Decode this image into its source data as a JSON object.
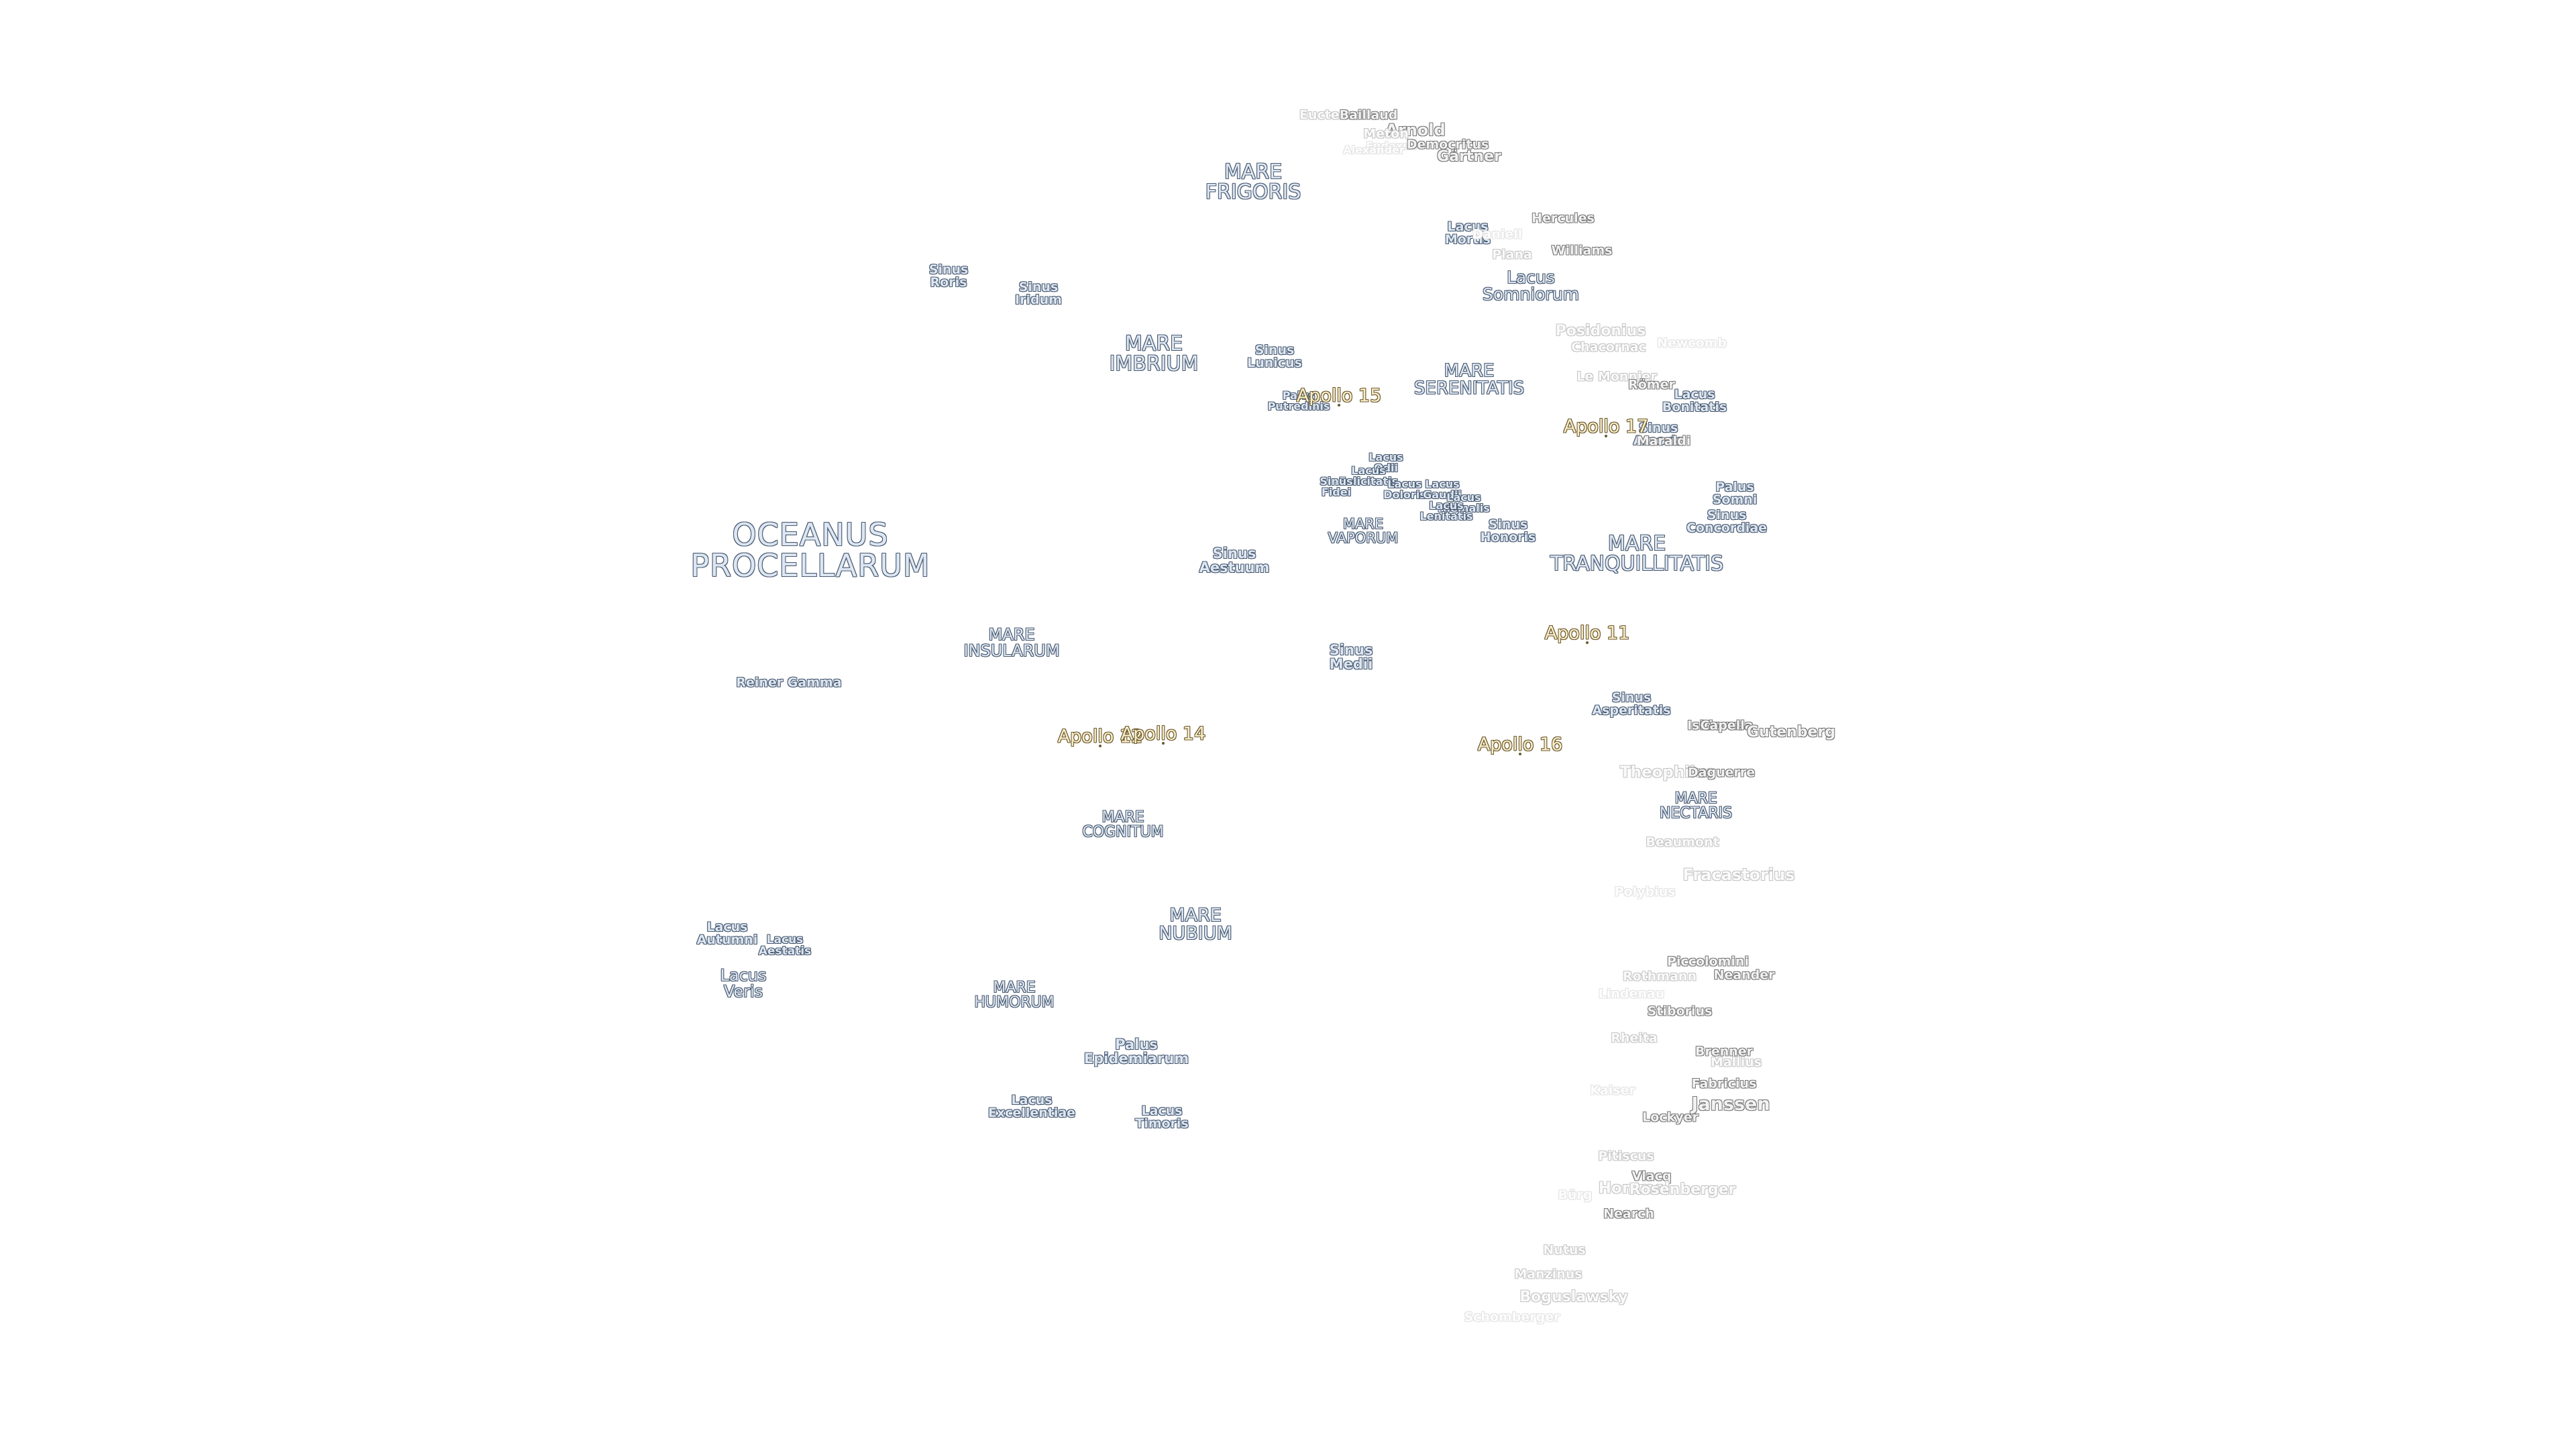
{
  "maria": [
    {
      "name": "OCEANUS\nPROCELLARUM",
      "size": "xl"
    },
    {
      "name": "MARE\nFRIGORIS",
      "size": "mare"
    },
    {
      "name": "MARE\nIMBRIUM",
      "size": "mare"
    },
    {
      "name": "MARE\nSERENITATIS",
      "size": "mare"
    },
    {
      "name": "MARE\nTRANQUILLITATIS",
      "size": "mare"
    },
    {
      "name": "MARE\nINSULARUM",
      "size": "mare"
    },
    {
      "name": "MARE\nCOGNITUM",
      "size": "mare"
    },
    {
      "name": "MARE\nNUBIUM",
      "size": "mare"
    },
    {
      "name": "MARE\nHUMORUM",
      "size": "mare"
    },
    {
      "name": "MARE\nNECTARIS",
      "size": "mare"
    },
    {
      "name": "MARE\nVAPORUM",
      "size": "minor"
    }
  ],
  "minor_features": [
    "Sinus\nRoris",
    "Sinus\nIridum",
    "Sinus\nLunicus",
    "Palus\nPutredinis",
    "Lacus\nMortis",
    "Lacus\nSomniorum",
    "Lacus\nBonitatis",
    "Sinus\nAmoris",
    "Palus\nSomni",
    "Sinus\nConcordiae",
    "Lacus\nOdii",
    "Lacus\nFelicitatis",
    "Sinus\nFidei",
    "Lacus\nDoloris",
    "Lacus\nGaudii",
    "Lacus\nHiemalis",
    "Lacus\nLenitatis",
    "Sinus\nHonoris",
    "Sinus\nAestuum",
    "Sinus\nMedii",
    "Sinus\nAsperitatis",
    "Reiner Gamma",
    "Lacus\nAutumni",
    "Lacus\nAestatis",
    "Lacus\nVeris",
    "Palus\nEpidemiarum",
    "Lacus\nExcellentiae",
    "Lacus\nTimoris"
  ],
  "craters": [
    "Euctemon",
    "Baillaud",
    "Arnold",
    "Meton",
    "Democritus",
    "Gärtner",
    "Hercules",
    "Williams",
    "Plana",
    "Posidonius",
    "Chacornac",
    "Newcomb",
    "Le Monnier",
    "Römer",
    "Maraldi",
    "Isidorus",
    "Capella",
    "Gutenberg",
    "Theophilus",
    "Daguerre",
    "Beaumont",
    "Fracastorius",
    "Polybius",
    "Piccolomini",
    "Rothmann",
    "Neander",
    "Stiborius",
    "Brenner",
    "Rosenberger",
    "Fabricius",
    "Janssen",
    "Lockyer",
    "Pitiscus",
    "Vlacq",
    "Hommel",
    "Nearch",
    "Nutus",
    "Manzinus",
    "Boguslawsky",
    "Schomberger",
    "Alexander",
    "Eudoxus",
    "Bürg",
    "Daniell",
    "Lindenau",
    "Mallius",
    "Rheita",
    "Kaiser"
  ],
  "apollo_sites": [
    "Apollo 15",
    "Apollo 17",
    "Apollo 11",
    "Apollo 12",
    "Apollo 14",
    "Apollo 16"
  ],
  "colors": {
    "background": "#ffffff",
    "mare_fill": "#dde7f3",
    "mare_outline": "#4a5a70",
    "apollo_fill": "#f9edc8",
    "apollo_outline": "#6b5a30",
    "crater_outline": "#777777"
  }
}
